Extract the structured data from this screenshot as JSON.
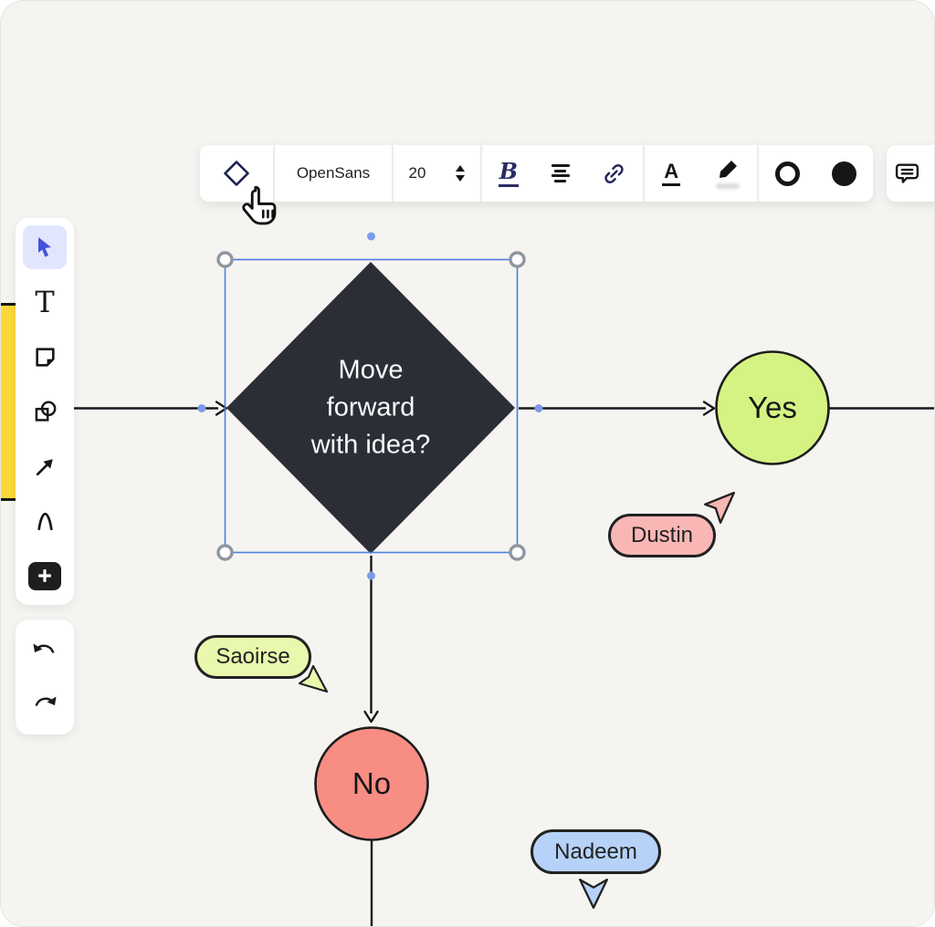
{
  "app": {
    "name": "whiteboard-editor",
    "canvas_background": "#f5f4f1"
  },
  "toolbar": {
    "shape_tool": {
      "icon": "diamond-outline",
      "color": "#1e2150"
    },
    "font_family": "OpenSans",
    "font_size": "20",
    "bold_label": "B",
    "text_color_label": "A",
    "icons": [
      "shape-diamond-icon",
      "font-size-stepper",
      "bold-icon",
      "align-center-icon",
      "link-icon",
      "text-color-icon",
      "highlighter-icon",
      "stroke-color-swatch",
      "fill-color-swatch",
      "comment-icon"
    ],
    "swatches": {
      "stroke": "outline-circle",
      "fill": "#161616"
    }
  },
  "sidebar": {
    "tools": [
      {
        "name": "select",
        "icon": "cursor-icon",
        "selected": true
      },
      {
        "name": "text",
        "icon": "text-icon",
        "label": "T"
      },
      {
        "name": "sticky-note",
        "icon": "sticky-note-icon"
      },
      {
        "name": "shapes",
        "icon": "shapes-icon"
      },
      {
        "name": "arrow",
        "icon": "arrow-icon"
      },
      {
        "name": "draw",
        "icon": "pen-icon"
      },
      {
        "name": "add",
        "icon": "plus-icon"
      }
    ],
    "history": [
      {
        "name": "undo",
        "icon": "undo-icon"
      },
      {
        "name": "redo",
        "icon": "redo-icon"
      }
    ],
    "selected_bg": "#e2e6fc"
  },
  "canvas": {
    "decision": {
      "lines": [
        "Move",
        "forward",
        "with idea?"
      ],
      "fill": "#2b2e37",
      "text_color": "#fafafa"
    },
    "yes_node": {
      "label": "Yes",
      "fill": "#d5f383",
      "stroke": "#1c1c1c"
    },
    "no_node": {
      "label": "No",
      "fill": "#f78d83",
      "stroke": "#1c1c1c"
    },
    "selection": {
      "border_color": "#4d7ce2",
      "handle_stroke": "#9096a0",
      "connect_dot": "#7d9be8"
    },
    "partial_shape_color": "#fdd73a",
    "collaborators": [
      {
        "name": "Dustin",
        "color": "#f8b7b5"
      },
      {
        "name": "Saoirse",
        "color": "#e8f8ad"
      },
      {
        "name": "Nadeem",
        "color": "#b6d2f8"
      }
    ]
  }
}
